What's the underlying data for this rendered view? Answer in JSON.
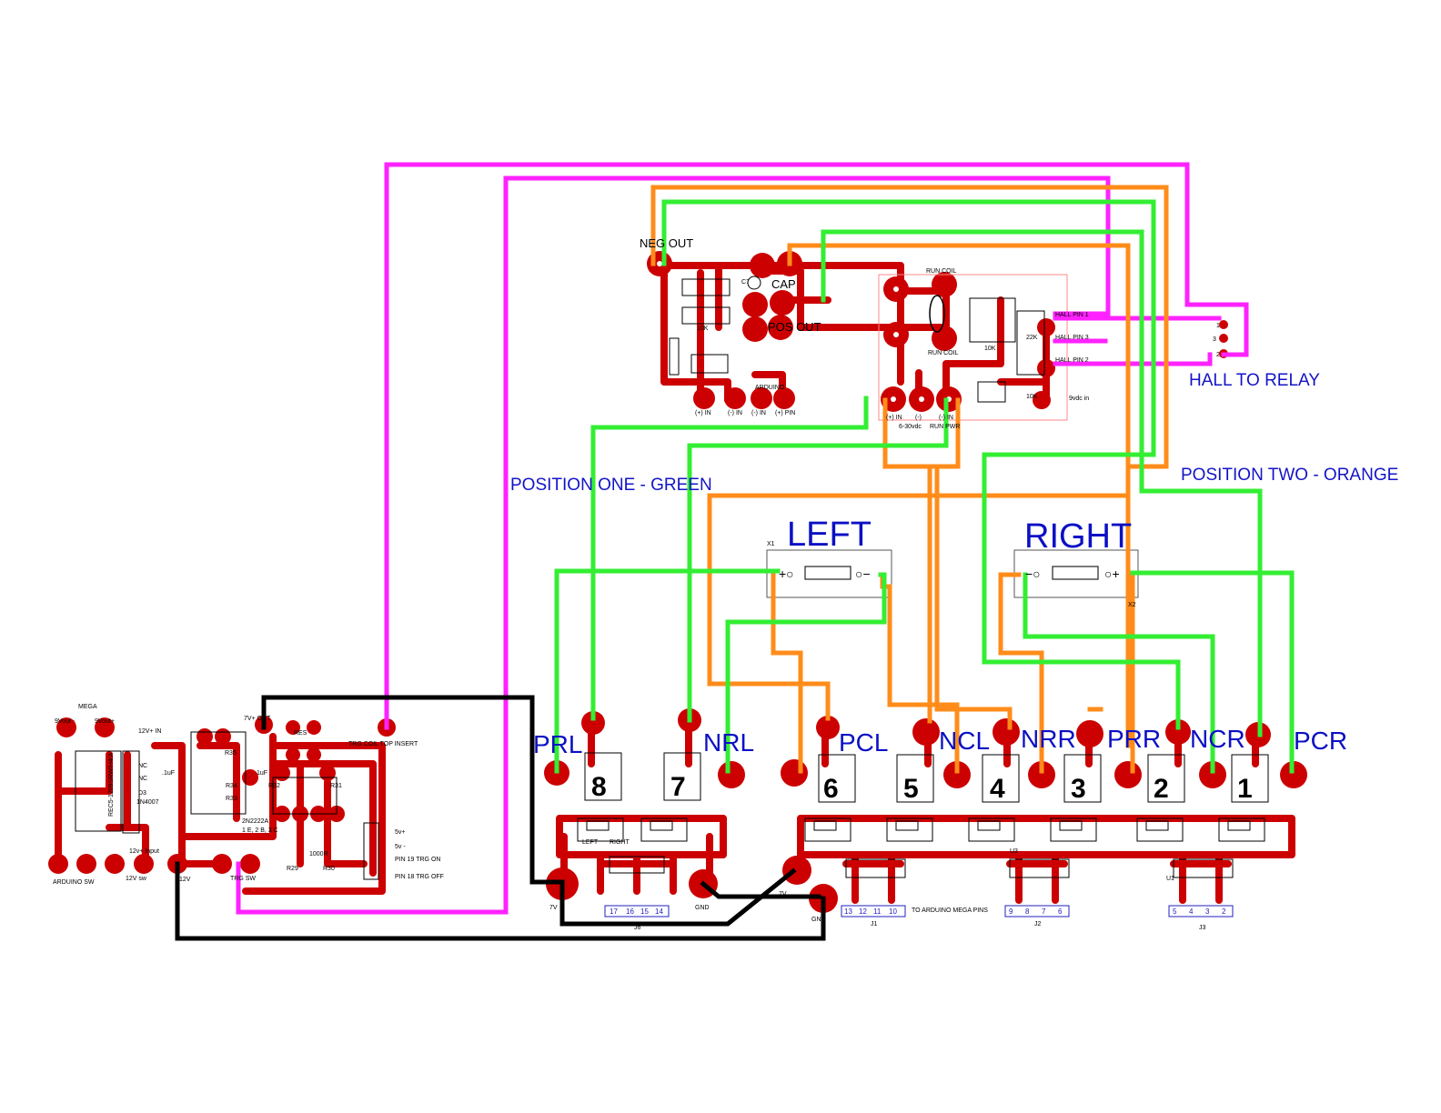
{
  "labels": {
    "neg_out": "NEG OUT",
    "pos_out": "POS OUT",
    "cap": "CAP",
    "run_coil_top": "RUN COIL",
    "run_coil": "RUN COIL",
    "hall_pin_1": "HALL PIN 1",
    "hall_pin_3": "HALL PIN 3",
    "hall_pin_2": "HALL PIN 2",
    "hall_to_relay": "HALL TO RELAY",
    "position_one": "POSITION ONE - GREEN",
    "position_two": "POSITION TWO - ORANGE",
    "left": "LEFT",
    "right": "RIGHT",
    "x1": "X1",
    "x2": "X2",
    "arduino": "ARDUINO",
    "plus_in": "(+) IN",
    "minus_in": "(-) IN",
    "plus_pin": "(+) PIN",
    "minus": "(-)",
    "supply_range": "6-30vdc",
    "run_pwr": "RUN PWR",
    "nine_vdc_in": "9vdc in",
    "r_10k": "10K",
    "r_22k": "22K",
    "c7": "C7",
    "mega": "MEGA",
    "vout_minus": "9Vout -",
    "vout_plus": "9Vout+",
    "dcdc": "REC5-1209SRW/H4/A",
    "twelve_in": "12V+ IN",
    "twelve_input": "12v+ Input",
    "twelve_v_sw": "12V sw",
    "arduino_sw": "ARDUINO SW",
    "twelve_v": "12V",
    "trg_sw": "TRG SW",
    "seven_v_out": "7V+ OUT",
    "trg_coil": "TRG COIL TOP INSERT",
    "transistor": "2N2222A",
    "transistor_pins": "1 E, 2 B, 3 C",
    "five_plus": "5v+",
    "five_minus": "5v -",
    "pin19": "PIN 19 TRG ON",
    "pin18": "PIN 18 TRG OFF",
    "seven_v": "7V",
    "gnd": "GND",
    "to_mega": "TO ARDUINO MEGA PINS",
    "j1": "J1",
    "j2": "J2",
    "j3": "J3",
    "j6": "J6",
    "u1": "U1",
    "u3": "U3",
    "d3": "D3",
    "diode": "1N4007",
    "r29": "R29",
    "r30": "R30",
    "r31": "R31",
    "r32": "R32",
    "r33": "R33",
    "r34": "R34",
    "r35": "R35",
    "cap_1uf": "1uF",
    "cap_1uf_b": ".1uF",
    "r_1000": "1000R",
    "res": "RES",
    "left_small": "LEFT",
    "right_small": "RIGHT",
    "nc": "NC"
  },
  "relay_labels": [
    "PRL",
    "NRL",
    "PCL",
    "NCL",
    "NRR",
    "PRR",
    "NCR",
    "PCR"
  ],
  "relay_numbers": [
    "8",
    "7",
    "6",
    "5",
    "4",
    "3",
    "2",
    "1"
  ],
  "j6_pins": [
    "17",
    "16",
    "15",
    "14"
  ],
  "j1_pins": [
    "13",
    "12",
    "11",
    "10"
  ],
  "j2_pins": [
    "9",
    "8",
    "7",
    "6"
  ],
  "j3_pins": [
    "5",
    "4",
    "3",
    "2"
  ],
  "hall_pins": [
    "1",
    "3",
    "2"
  ],
  "colors": {
    "wire_magenta": "#ff22ff",
    "wire_orange": "#ff8c1a",
    "wire_green": "#33ee33",
    "wire_black": "#000000",
    "trace_red": "#cc0000",
    "label_blue": "#0b10c4"
  }
}
